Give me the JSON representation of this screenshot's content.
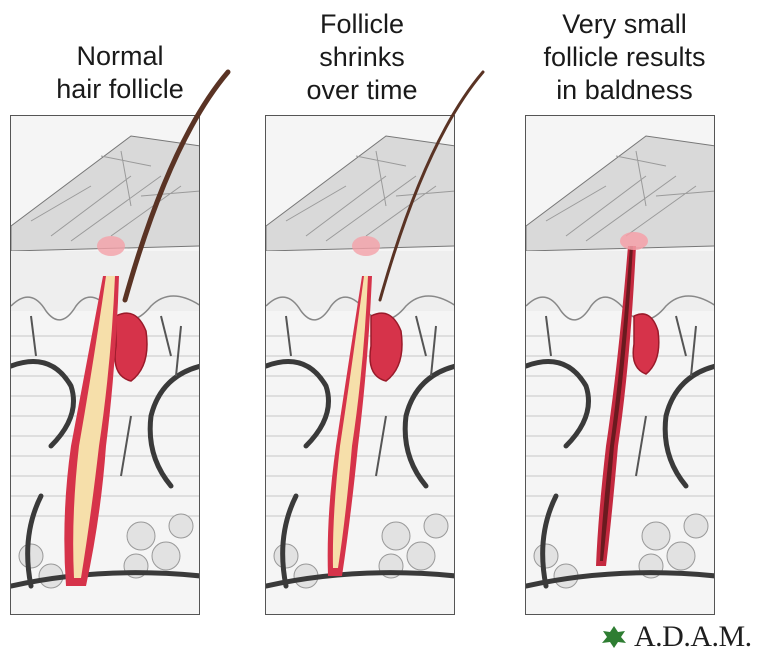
{
  "panels": [
    {
      "caption_line1": "Normal",
      "caption_line2": "hair follicle",
      "caption_line3": ""
    },
    {
      "caption_line1": "Follicle",
      "caption_line2": "shrinks",
      "caption_line3": "over time"
    },
    {
      "caption_line1": "Very small",
      "caption_line2": "follicle results",
      "caption_line3": "in baldness"
    }
  ],
  "logo": {
    "text": "A.D.A.M.",
    "icon": "leaf-logo-icon"
  },
  "colors": {
    "follicle_red": "#d6334a",
    "follicle_pink": "#f4a0a8",
    "hair_shaft": "#5a3324",
    "bulb_cream": "#f6dfaa",
    "skin_gray": "#bdbdbd",
    "vessel_dark": "#3a3a3a"
  }
}
